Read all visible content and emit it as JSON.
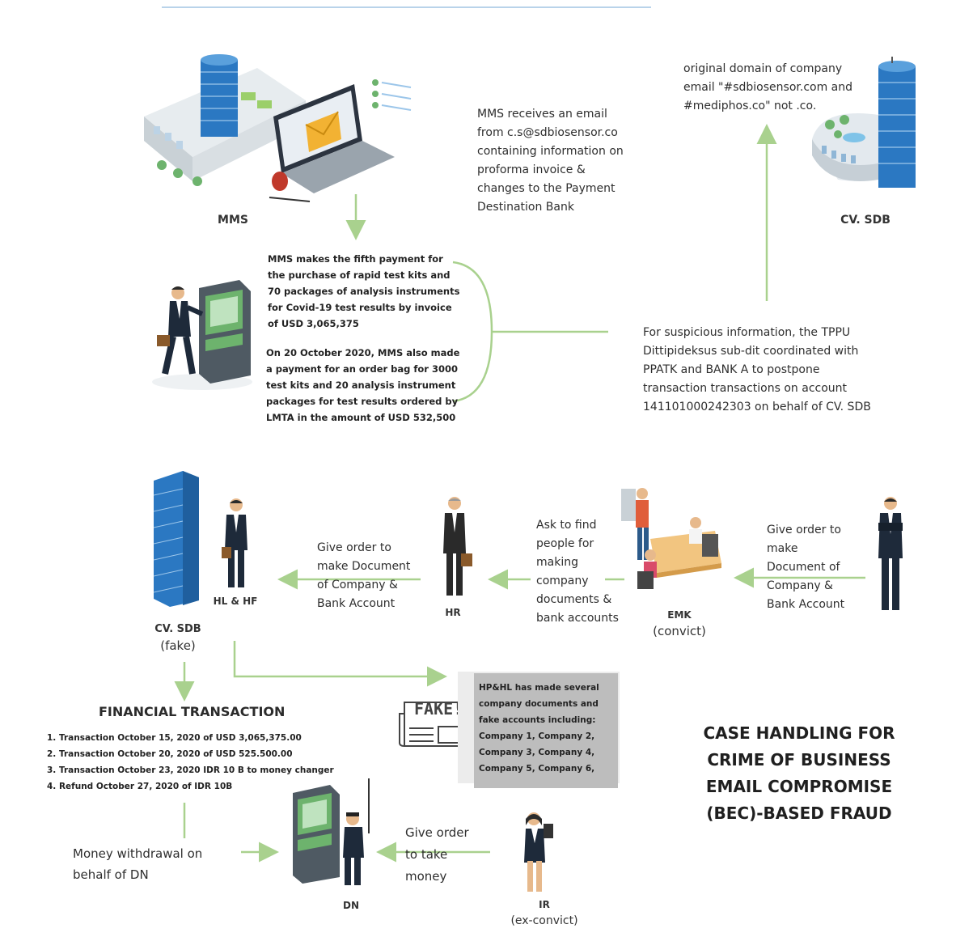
{
  "nodes": {
    "mms_label": "MMS",
    "cvsdb_top_label": "CV. SDB",
    "hlhf_label": "HL & HF",
    "hr_label": "HR",
    "emk_label": [
      "EMK",
      "(convict)"
    ],
    "cvsdb_fake_label": [
      "CV. SDB",
      "(fake)"
    ],
    "dn_label": "DN",
    "ir_label": [
      "IR",
      "(ex-convict)"
    ]
  },
  "texts": {
    "email_received": [
      "MMS receives an email",
      "from c.s@sdbiosensor.co",
      "containing information on",
      "proforma invoice &",
      "changes to the Payment",
      "Destination Bank"
    ],
    "original_domain": [
      "original domain of company",
      "email \"#sdbiosensor.com and",
      "#mediphos.co\" not .co."
    ],
    "fifth_payment": [
      "MMS makes the fifth payment for",
      "the purchase of rapid test kits and",
      "70 packages of analysis instruments",
      "for Covid-19 test results by invoice",
      "of USD 3,065,375"
    ],
    "october_payment": [
      "On 20 October 2020, MMS also made",
      "a payment for an order bag for 3000",
      "test kits and 20 analysis instrument",
      "packages for test results ordered by",
      "LMTA in the amount of USD 532,500"
    ],
    "suspicious": [
      "For suspicious information, the TPPU",
      "Dittipideksus sub-dit coordinated with",
      "PPATK and BANK A to postpone",
      "transaction transactions on account",
      "141101000242303 on behalf of CV. SDB"
    ],
    "give_order_hr": [
      "Give order to",
      "make Document",
      "of Company &",
      "Bank Account"
    ],
    "ask_find": [
      "Ask to find",
      "people for",
      "making",
      "company",
      "documents &",
      "bank accounts"
    ],
    "give_order_emk": [
      "Give order to",
      "make",
      "Document of",
      "Company &",
      "Bank Account"
    ],
    "fake_box": [
      "HP&HL has made several",
      "company documents and",
      "fake accounts including:",
      "Company 1, Company 2,",
      "Company 3, Company 4,",
      "Company 5, Company 6,"
    ],
    "fake_stamp": "FAKE!",
    "money_withdrawal": [
      "Money withdrawal on",
      "behalf of DN"
    ],
    "give_order_money": [
      "Give order",
      "to take",
      "money"
    ]
  },
  "financial": {
    "heading": "FINANCIAL TRANSACTION",
    "items": [
      "1. Transaction October 15, 2020 of USD 3,065,375.00",
      "2. Transaction October 20, 2020 of USD 525.500.00",
      "3. Transaction October 23, 2020 IDR 10 B to money changer",
      "4. Refund October 27, 2020 of IDR 10B"
    ]
  },
  "title": [
    "CASE HANDLING FOR",
    "CRIME OF BUSINESS",
    "EMAIL COMPROMISE",
    "(BEC)-BASED FRAUD"
  ],
  "colors": {
    "arrow": "#a9d18e",
    "tower_blue": "#2b78c2",
    "accent_green": "#6db36d"
  }
}
